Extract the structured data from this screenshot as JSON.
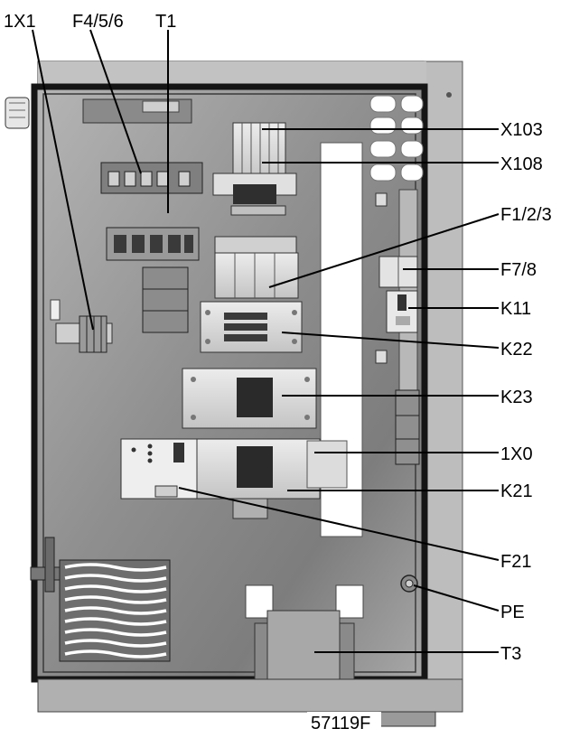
{
  "labels": {
    "top_1x1": "1X1",
    "top_f456": "F4/5/6",
    "top_t1": "T1",
    "x103": "X103",
    "x108": "X108",
    "f123": "F1/2/3",
    "f78": "F7/8",
    "k11": "K11",
    "k22": "K22",
    "k23": "K23",
    "x10": "1X0",
    "k21": "K21",
    "f21": "F21",
    "pe": "PE",
    "t3": "T3"
  },
  "figure_code": "57119F",
  "colors": {
    "cabinet": "#9a9a9a",
    "cabinet_light": "#c8c8c8",
    "frame": "#1a1a1a",
    "component": "#d8d8d8",
    "component_dark": "#3a3a3a",
    "rail": "#ffffff",
    "leader": "#000000"
  }
}
